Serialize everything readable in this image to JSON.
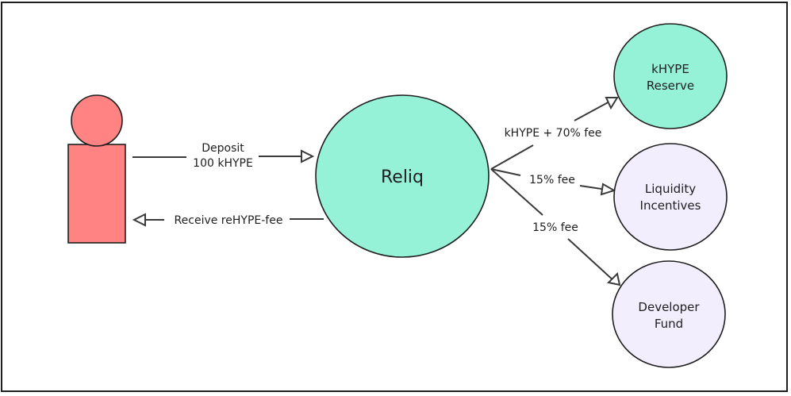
{
  "colors": {
    "user": "#ff8383",
    "teal": "#96f2d7",
    "lavender": "#f3eefe",
    "stroke": "#1e1e1e",
    "arrow": "#3a3a3a"
  },
  "nodes": {
    "user": {
      "label": ""
    },
    "reliq": {
      "label": "Reliq"
    },
    "khype_reserve": {
      "lines": [
        "kHYPE",
        "Reserve"
      ]
    },
    "liquidity_incentives": {
      "lines": [
        "Liquidity",
        "Incentives"
      ]
    },
    "developer_fund": {
      "lines": [
        "Developer",
        "Fund"
      ]
    }
  },
  "edges": {
    "deposit": {
      "lines": [
        "Deposit",
        "100 kHYPE"
      ]
    },
    "receive": {
      "label": "Receive reHYPE-fee"
    },
    "to_reserve": {
      "label": "kHYPE + 70% fee"
    },
    "to_liquidity": {
      "label": "15% fee"
    },
    "to_developer": {
      "label": "15% fee"
    }
  }
}
